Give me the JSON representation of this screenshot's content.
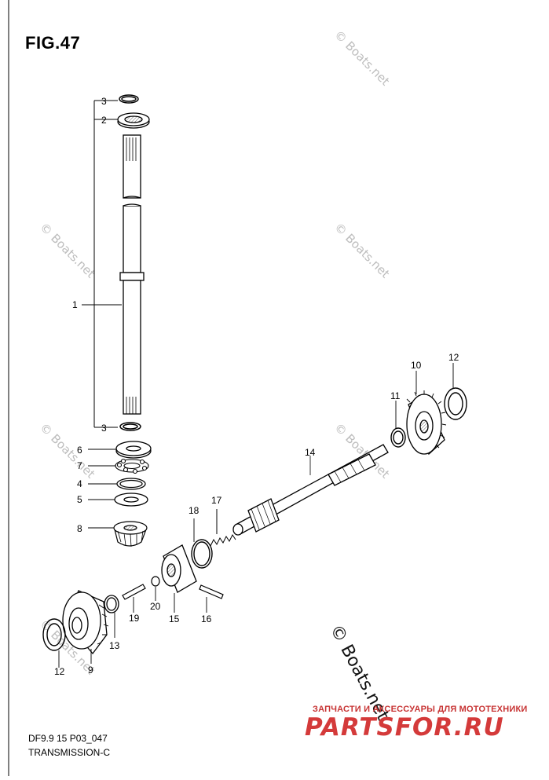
{
  "figure": {
    "title": "FIG.47",
    "model_code": "DF9.9 15 P03_047",
    "section": "TRANSMISSION-C"
  },
  "callouts": [
    "1",
    "2",
    "3",
    "3",
    "4",
    "5",
    "6",
    "7",
    "8",
    "9",
    "10",
    "11",
    "12",
    "12",
    "13",
    "14",
    "15",
    "16",
    "17",
    "18",
    "19",
    "20"
  ],
  "watermark": {
    "small": "© Boats.net",
    "large": "© Boats.net"
  },
  "shop": {
    "tagline": "ЗАПЧАСТИ И АКСЕССУАРЫ ДЛЯ МОТОТЕХНИКИ",
    "logo": "PARTSFOR.RU"
  }
}
